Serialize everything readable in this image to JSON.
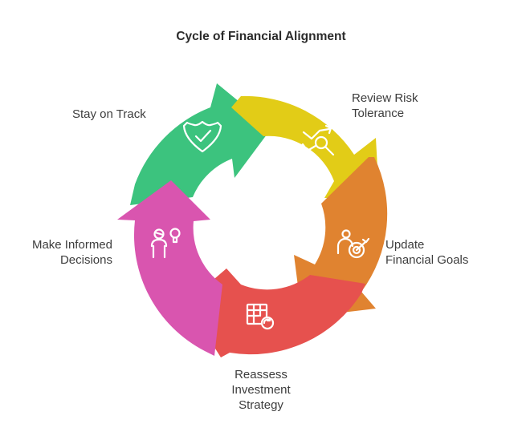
{
  "title": "Cycle of Financial Alignment",
  "steps": [
    {
      "label": "Stay on Track",
      "color": "#3CC37E",
      "icon": "check-shield-icon"
    },
    {
      "label": "Review Risk\nTolerance",
      "color": "#E2CC17",
      "icon": "risk-analysis-icon"
    },
    {
      "label": "Update\nFinancial Goals",
      "color": "#E08330",
      "icon": "goal-target-icon"
    },
    {
      "label": "Reassess\nInvestment\nStrategy",
      "color": "#E6514E",
      "icon": "strategy-table-icon"
    },
    {
      "label": "Make Informed\nDecisions",
      "color": "#D955AF",
      "icon": "decision-person-icon"
    }
  ]
}
